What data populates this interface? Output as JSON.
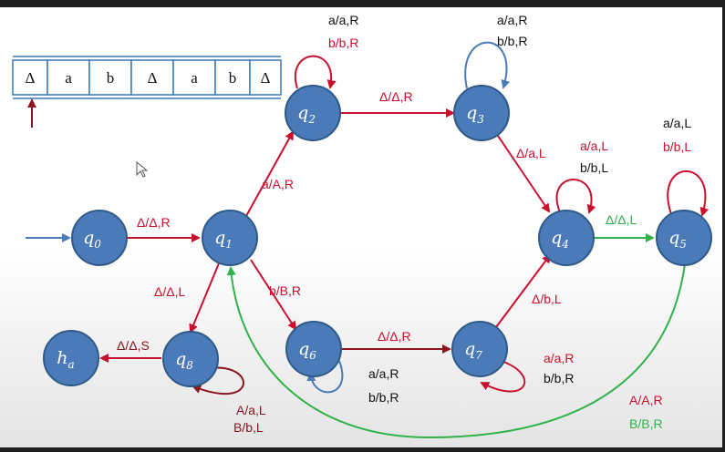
{
  "tape": {
    "cells": [
      "Δ",
      "a",
      "b",
      "Δ",
      "a",
      "b",
      "Δ"
    ],
    "head_position": 0
  },
  "states": [
    {
      "id": "q0",
      "base": "q",
      "sub": "0"
    },
    {
      "id": "q1",
      "base": "q",
      "sub": "1"
    },
    {
      "id": "q2",
      "base": "q",
      "sub": "2"
    },
    {
      "id": "q3",
      "base": "q",
      "sub": "3"
    },
    {
      "id": "q4",
      "base": "q",
      "sub": "4"
    },
    {
      "id": "q5",
      "base": "q",
      "sub": "5"
    },
    {
      "id": "q6",
      "base": "q",
      "sub": "6"
    },
    {
      "id": "q7",
      "base": "q",
      "sub": "7"
    },
    {
      "id": "q8",
      "base": "q",
      "sub": "8"
    },
    {
      "id": "ha",
      "base": "h",
      "sub": "a"
    }
  ],
  "initial_state": "q0",
  "transitions": [
    {
      "from": "q0",
      "to": "q1",
      "labels": [
        "Δ/Δ,R"
      ]
    },
    {
      "from": "q1",
      "to": "q2",
      "labels": [
        "a/A,R"
      ]
    },
    {
      "from": "q2",
      "to": "q2",
      "labels": [
        "a/a,R",
        "b/b,R"
      ]
    },
    {
      "from": "q2",
      "to": "q3",
      "labels": [
        "Δ/Δ,R"
      ]
    },
    {
      "from": "q3",
      "to": "q3",
      "labels": [
        "a/a,R",
        "b/b,R"
      ]
    },
    {
      "from": "q3",
      "to": "q4",
      "labels": [
        "Δ/a,L"
      ]
    },
    {
      "from": "q4",
      "to": "q4",
      "labels": [
        "a/a,L",
        "b/b,L"
      ]
    },
    {
      "from": "q4",
      "to": "q5",
      "labels": [
        "Δ/Δ,L"
      ]
    },
    {
      "from": "q5",
      "to": "q5",
      "labels": [
        "a/a,L",
        "b/b,L"
      ]
    },
    {
      "from": "q5",
      "to": "q1",
      "labels": [
        "A/A,R",
        "B/B,R"
      ]
    },
    {
      "from": "q1",
      "to": "q6",
      "labels": [
        "b/B,R"
      ]
    },
    {
      "from": "q6",
      "to": "q6",
      "labels": [
        "a/a,R",
        "b/b,R"
      ]
    },
    {
      "from": "q6",
      "to": "q7",
      "labels": [
        "Δ/Δ,R"
      ]
    },
    {
      "from": "q7",
      "to": "q7",
      "labels": [
        "a/a,R",
        "b/b,R"
      ]
    },
    {
      "from": "q7",
      "to": "q4",
      "labels": [
        "Δ/b,L"
      ]
    },
    {
      "from": "q1",
      "to": "q8",
      "labels": [
        "Δ/Δ,L"
      ]
    },
    {
      "from": "q8",
      "to": "q8",
      "labels": [
        "A/a,L",
        "B/b,L"
      ]
    },
    {
      "from": "q8",
      "to": "ha",
      "labels": [
        "Δ/Δ,S"
      ]
    }
  ],
  "colors": {
    "state_fill": "#4a7ab8",
    "red": "#c8102e",
    "red_dark": "#8b1520",
    "green": "#2fb24a",
    "blue": "#4a7ab8",
    "black": "#111111"
  }
}
